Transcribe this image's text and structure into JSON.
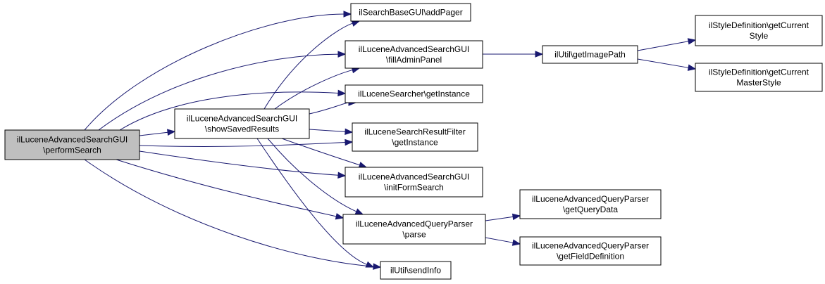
{
  "colors": {
    "edge": "#191970",
    "node_fill": "#ffffff",
    "root_fill": "#bfbfbf",
    "node_border": "#000000"
  },
  "nodes": {
    "perform": {
      "lines": [
        "ilLuceneAdvancedSearchGUI",
        "\\performSearch"
      ],
      "root": true
    },
    "show": {
      "lines": [
        "ilLuceneAdvancedSearchGUI",
        "\\showSavedResults"
      ]
    },
    "addPager": {
      "lines": [
        "ilSearchBaseGUI\\addPager"
      ]
    },
    "fillAdmin": {
      "lines": [
        "ilLuceneAdvancedSearchGUI",
        "\\fillAdminPanel"
      ]
    },
    "searcher": {
      "lines": [
        "ilLuceneSearcher\\getInstance"
      ]
    },
    "filter": {
      "lines": [
        "ilLuceneSearchResultFilter",
        "\\getInstance"
      ]
    },
    "initForm": {
      "lines": [
        "ilLuceneAdvancedSearchGUI",
        "\\initFormSearch"
      ]
    },
    "parse": {
      "lines": [
        "ilLuceneAdvancedQueryParser",
        "\\parse"
      ]
    },
    "sendInfo": {
      "lines": [
        "ilUtil\\sendInfo"
      ]
    },
    "imagePath": {
      "lines": [
        "ilUtil\\getImagePath"
      ]
    },
    "curStyle": {
      "lines": [
        "ilStyleDefinition\\getCurrent",
        "Style"
      ]
    },
    "curMaster": {
      "lines": [
        "ilStyleDefinition\\getCurrent",
        "MasterStyle"
      ]
    },
    "queryData": {
      "lines": [
        "ilLuceneAdvancedQueryParser",
        "\\getQueryData"
      ]
    },
    "fieldDef": {
      "lines": [
        "ilLuceneAdvancedQueryParser",
        "\\getFieldDefinition"
      ]
    }
  },
  "edges": [
    [
      "perform",
      "show"
    ],
    [
      "perform",
      "addPager"
    ],
    [
      "perform",
      "fillAdmin"
    ],
    [
      "perform",
      "searcher"
    ],
    [
      "perform",
      "filter"
    ],
    [
      "perform",
      "initForm"
    ],
    [
      "perform",
      "parse"
    ],
    [
      "perform",
      "sendInfo"
    ],
    [
      "show",
      "addPager"
    ],
    [
      "show",
      "fillAdmin"
    ],
    [
      "show",
      "searcher"
    ],
    [
      "show",
      "filter"
    ],
    [
      "show",
      "initForm"
    ],
    [
      "show",
      "parse"
    ],
    [
      "show",
      "sendInfo"
    ],
    [
      "fillAdmin",
      "imagePath"
    ],
    [
      "imagePath",
      "curStyle"
    ],
    [
      "imagePath",
      "curMaster"
    ],
    [
      "parse",
      "queryData"
    ],
    [
      "parse",
      "fieldDef"
    ]
  ]
}
